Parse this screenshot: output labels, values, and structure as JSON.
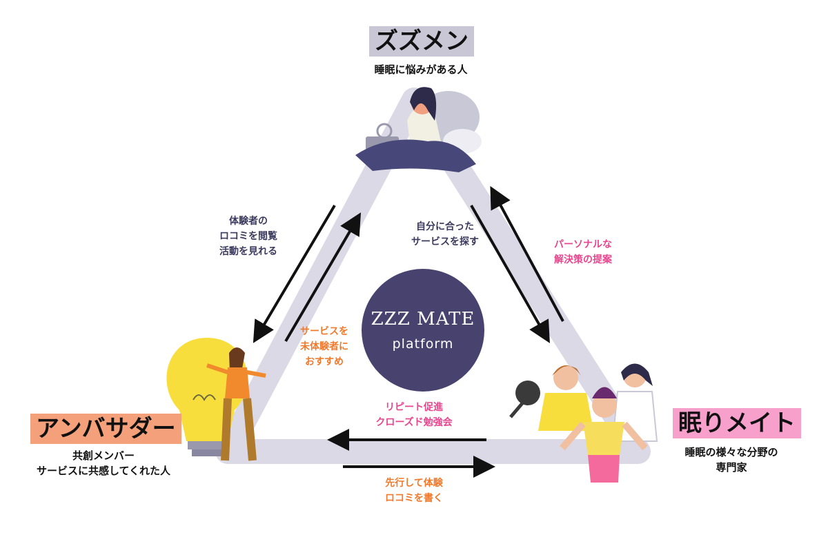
{
  "top": {
    "title": "ズズメン",
    "subtitle": "睡眠に悩みがある人"
  },
  "left": {
    "title": "アンバサダー",
    "subtitle_lines": [
      "共創メンバー",
      "サービスに共感してくれた人"
    ]
  },
  "right": {
    "title": "眠りメイト",
    "subtitle_lines": [
      "睡眠の様々な分野の",
      "専門家"
    ]
  },
  "center": {
    "line1": "ZZZ MATE",
    "line2": "platform"
  },
  "labels": {
    "left_outer": [
      "体験者の",
      "ロコミを閲覧",
      "活動を見れる"
    ],
    "left_inner": [
      "サービスを",
      "未体験者に",
      "おすすめ"
    ],
    "right_inner": [
      "自分に合った",
      "サービスを探す"
    ],
    "right_outer": [
      "パーソナルな",
      "解決策の提案"
    ],
    "bottom_inner": [
      "リピート促進",
      "クローズド勉強会"
    ],
    "bottom_outer": [
      "先行して体験",
      "ロコミを書く"
    ]
  },
  "colors": {
    "triangle": "#dcd9e6",
    "navy": "#3b3a5e",
    "pink": "#e8458f",
    "orange": "#f07a2c",
    "top_highlight": "#c9c6d6",
    "left_highlight": "#f4a07a",
    "right_highlight": "#f7a0cc",
    "circle": "#47426e"
  }
}
